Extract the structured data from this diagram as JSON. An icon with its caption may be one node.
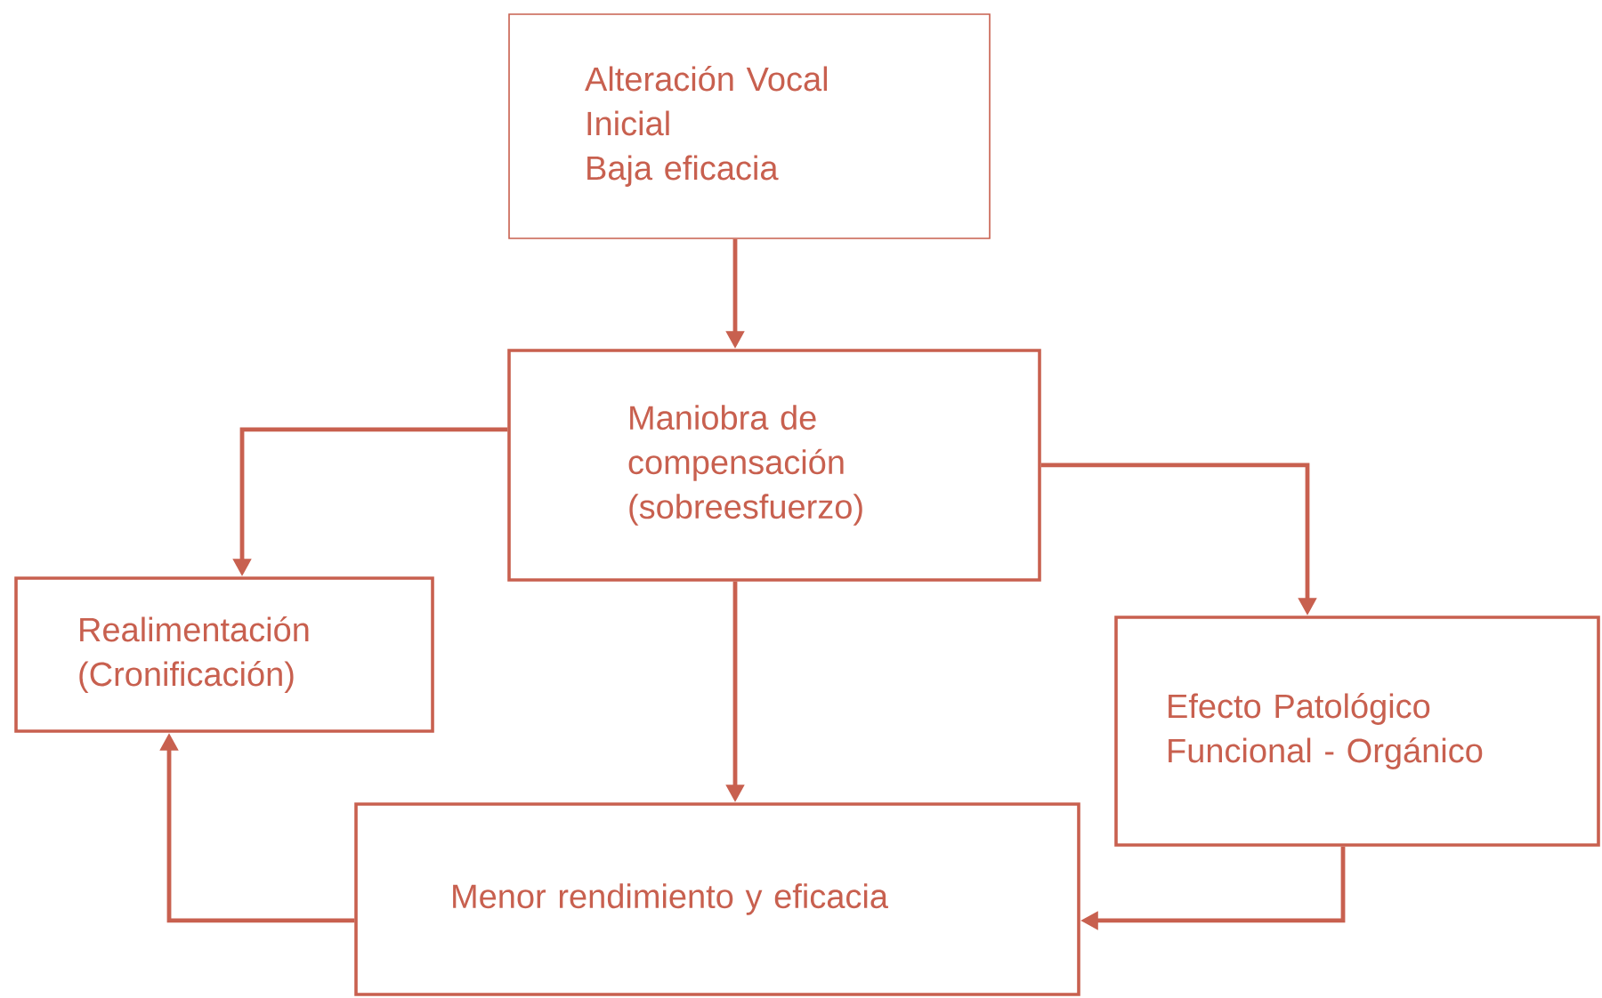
{
  "diagram": {
    "nodes": [
      {
        "text": [
          "Alteración Vocal Inicial",
          "Baja eficacia"
        ]
      },
      {
        "text": [
          "Maniobra de compensación (sobreesfuerzo)"
        ]
      },
      {
        "text": [
          "Realimentación (Cronificación)"
        ]
      },
      {
        "text": [
          "Efecto Patológico Funcional - Orgánico"
        ]
      },
      {
        "text": [
          "Menor rendimiento y eficacia"
        ]
      }
    ],
    "edges": [
      {
        "from": 0,
        "to": 1,
        "arrow": "to"
      },
      {
        "from": 1,
        "to": 2,
        "arrow": "to"
      },
      {
        "from": 1,
        "to": 3,
        "arrow": "to"
      },
      {
        "from": 1,
        "to": 4,
        "arrow": "to"
      },
      {
        "from": 3,
        "to": 4,
        "arrow": "to"
      },
      {
        "from": 4,
        "to": 2,
        "arrow": "to"
      }
    ]
  }
}
